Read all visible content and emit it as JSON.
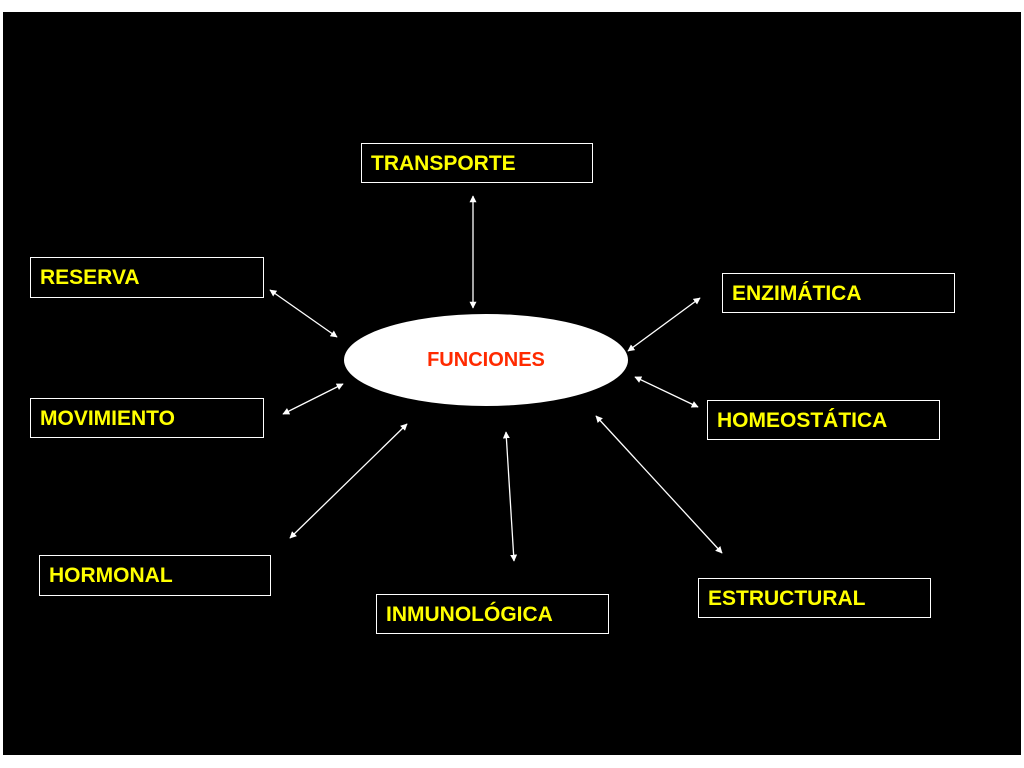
{
  "diagram": {
    "center": {
      "label": "FUNCIONES"
    },
    "functions": [
      {
        "id": "transporte",
        "label": "TRANSPORTE"
      },
      {
        "id": "reserva",
        "label": "RESERVA"
      },
      {
        "id": "enzimatica",
        "label": "ENZIMÁTICA"
      },
      {
        "id": "movimiento",
        "label": "MOVIMIENTO"
      },
      {
        "id": "homeostatica",
        "label": "HOMEOSTÁTICA"
      },
      {
        "id": "hormonal",
        "label": "HORMONAL"
      },
      {
        "id": "estructural",
        "label": "ESTRUCTURAL"
      },
      {
        "id": "inmunologica",
        "label": "INMUNOLÓGICA"
      }
    ],
    "colors": {
      "background": "#000000",
      "box_text": "#ffff00",
      "box_border": "#ffffff",
      "center_fill": "#ffffff",
      "center_text": "#ff2a00",
      "arrow": "#ffffff"
    }
  }
}
